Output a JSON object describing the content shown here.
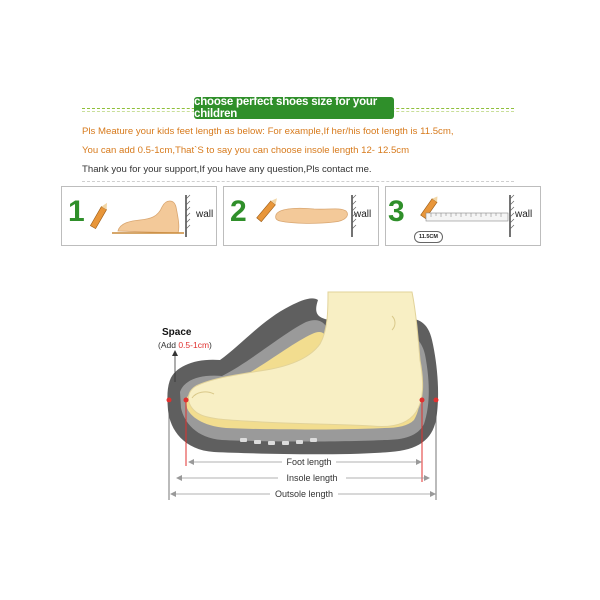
{
  "banner": {
    "title": "choose perfect shoes size for your children"
  },
  "instructions": {
    "line1": "Pls Meature your kids feet length as below: For example,If her/his foot length is 11.5cm,",
    "line2": "You can add 0.5-1cm,That`S    to say you can choose insole length 12- 12.5cm",
    "line3": "Thank you for your support,If you have any question,Pls contact me."
  },
  "steps": [
    {
      "number": "1",
      "wall_label": "wall"
    },
    {
      "number": "2",
      "wall_label": "wall"
    },
    {
      "number": "3",
      "wall_label": "wall",
      "badge": "11.5CM"
    }
  ],
  "diagram": {
    "space_label": "Space",
    "space_note_prefix": "(Add ",
    "space_note_value": "0.5-1cm",
    "space_note_suffix": ")",
    "foot_length": "Foot length",
    "insole_length": "Insole length",
    "outsole_length": "Outsole length"
  },
  "colors": {
    "banner_green": "#2f8f2a",
    "accent_orange": "#d77a1c",
    "marker_red": "#e0312f"
  }
}
